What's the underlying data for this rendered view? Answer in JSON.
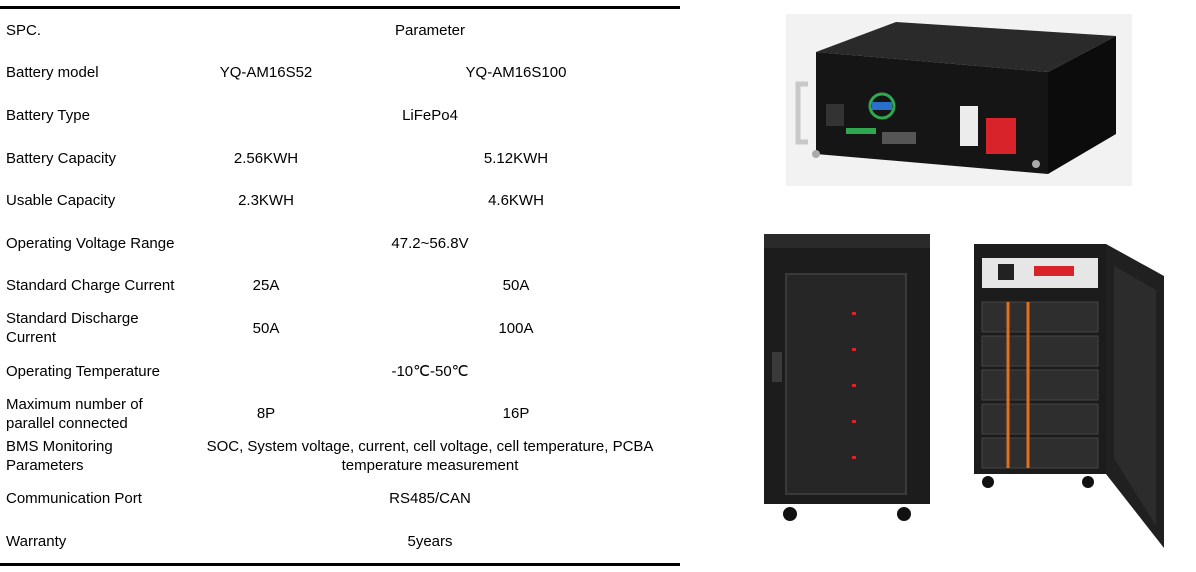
{
  "table": {
    "rows": [
      {
        "label": "SPC.",
        "merged": "Parameter"
      },
      {
        "label": "Battery model",
        "v1": "YQ-AM16S52",
        "v2": "YQ-AM16S100"
      },
      {
        "label": "Battery Type",
        "merged": "LiFePo4"
      },
      {
        "label": "Battery Capacity",
        "v1": "2.56KWH",
        "v2": "5.12KWH"
      },
      {
        "label": "Usable Capacity",
        "v1": "2.3KWH",
        "v2": "4.6KWH"
      },
      {
        "label": "Operating Voltage Range",
        "merged": "47.2~56.8V"
      },
      {
        "label": "Standard Charge Current",
        "v1": "25A",
        "v2": "50A"
      },
      {
        "label": "Standard Discharge Current",
        "v1": "50A",
        "v2": "100A"
      },
      {
        "label": "Operating Temperature",
        "merged": "-10℃-50℃"
      },
      {
        "label": "Maximum number of parallel connected",
        "v1": "8P",
        "v2": "16P"
      },
      {
        "label": "BMS Monitoring Parameters",
        "merged": "SOC, System voltage, current, cell voltage, cell temperature, PCBA temperature measurement"
      },
      {
        "label": "Communication Port",
        "merged": "RS485/CAN"
      },
      {
        "label": "Warranty",
        "merged": "5years"
      }
    ]
  },
  "colors": {
    "cabinet": "#1a1a1a",
    "terminal_red": "#d8232a",
    "cable_orange": "#e07020",
    "logo_green": "#2fa84f"
  }
}
